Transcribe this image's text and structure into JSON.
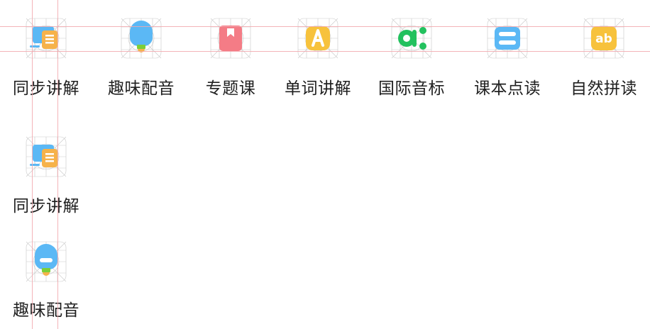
{
  "grid": {
    "items": [
      {
        "label": "同步讲解",
        "icon": "synced-lecture-icon",
        "color": "#f6b24a",
        "accent": "#5bb8f5"
      },
      {
        "label": "趣味配音",
        "icon": "fun-dubbing-icon",
        "color": "#5bb8f5",
        "accent": "#7ccf3a"
      },
      {
        "label": "专题课",
        "icon": "topic-course-icon",
        "color": "#f47c86",
        "accent": "#ffffff"
      },
      {
        "label": "单词讲解",
        "icon": "word-lecture-icon",
        "color": "#f7c23c",
        "accent": "#ffffff"
      },
      {
        "label": "国际音标",
        "icon": "phonetic-symbol-icon",
        "color": "#22c15e",
        "accent": "#ffffff"
      },
      {
        "label": "课本点读",
        "icon": "textbook-reading-icon",
        "color": "#5bb8f5",
        "accent": "#ffffff"
      },
      {
        "label": "自然拼读",
        "icon": "phonics-icon",
        "color": "#f7c23c",
        "accent": "#ffffff",
        "glyph": "ab"
      }
    ]
  },
  "extra": [
    {
      "label": "同步讲解",
      "icon": "synced-lecture-icon"
    },
    {
      "label": "趣味配音",
      "icon": "fun-dubbing-icon"
    }
  ]
}
